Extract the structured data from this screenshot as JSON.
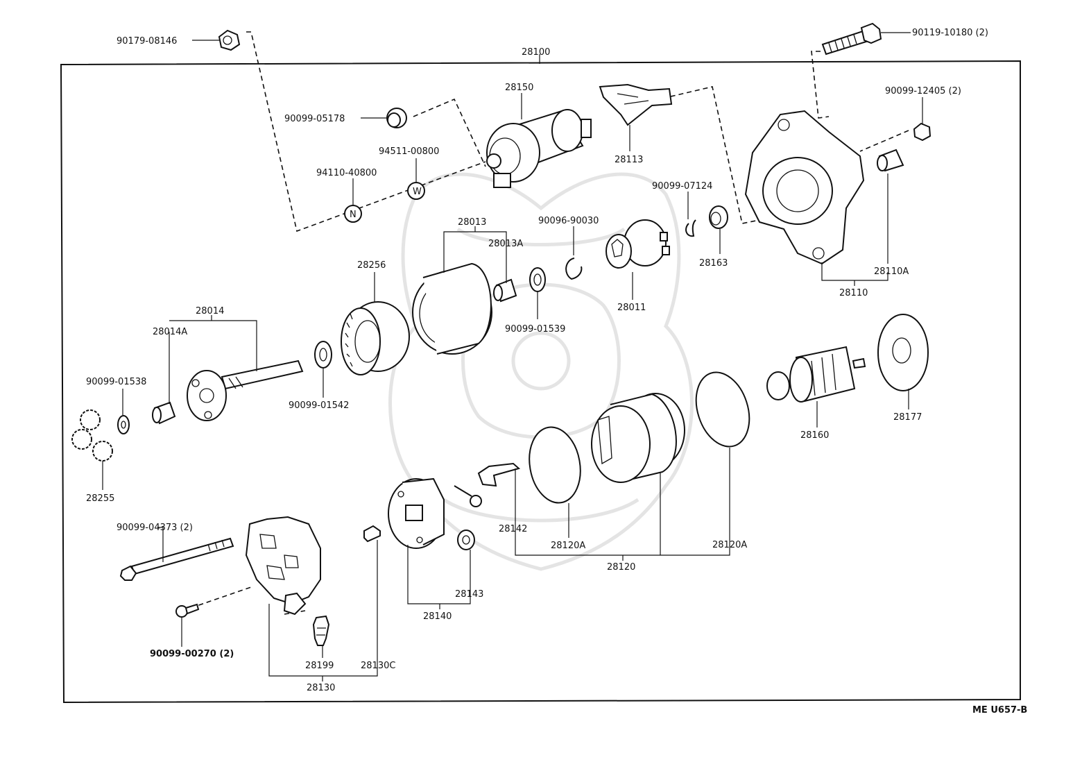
{
  "diagram": {
    "assembly_number": "28100",
    "figure_code": "ME  U657-B",
    "part_labels": {
      "p90179_08146": "90179-08146",
      "p90119_10180": "90119-10180 (2)",
      "p28150": "28150",
      "p90099_05178": "90099-05178",
      "p94511_00800": "94511-00800",
      "p94110_40800": "94110-40800",
      "p28113": "28113",
      "p90099_12405": "90099-12405 (2)",
      "p90099_07124": "90099-07124",
      "p28013": "28013",
      "p28013A": "28013A",
      "p90096_90030": "90096-90030",
      "p28163": "28163",
      "p28110A": "28110A",
      "p28110": "28110",
      "p28256": "28256",
      "p28011": "28011",
      "p90099_01539": "90099-01539",
      "p28014": "28014",
      "p28014A": "28014A",
      "p90099_01538": "90099-01538",
      "p90099_01542": "90099-01542",
      "p28255": "28255",
      "p28177": "28177",
      "p28160": "28160",
      "p90099_04373": "90099-04373 (2)",
      "p28142": "28142",
      "p28120A_left": "28120A",
      "p28120A_right": "28120A",
      "p28120": "28120",
      "p28143": "28143",
      "p28140": "28140",
      "p90099_00270": "90099-00270 (2)",
      "p28199": "28199",
      "p28130C": "28130C",
      "p28130": "28130"
    },
    "markers": {
      "nut_marker": "N",
      "washer_marker": "W"
    }
  }
}
